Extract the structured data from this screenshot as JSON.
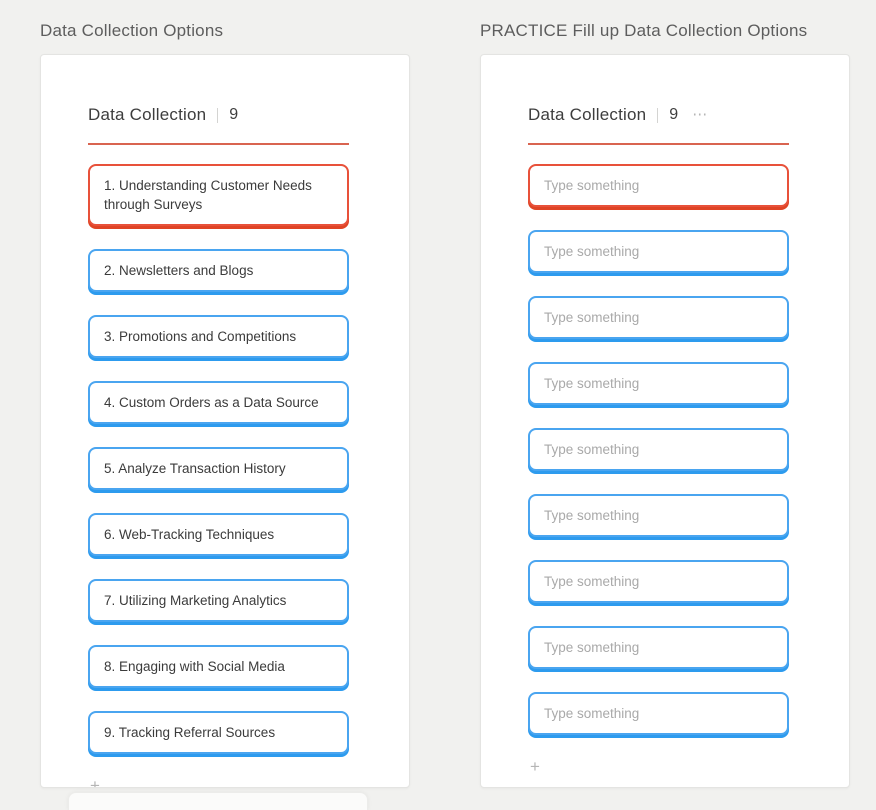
{
  "colors": {
    "background": "#f1f1ef",
    "accent_red": "#e8513a",
    "accent_red_deep": "#df4425",
    "accent_blue": "#4aa5f0",
    "accent_blue_deep": "#2d9bee",
    "underline": "#d96450"
  },
  "icons": {
    "add": "+",
    "menu": "⋯"
  },
  "left_panel": {
    "header": "Data Collection Options",
    "card": {
      "title": "Data Collection",
      "count": "9",
      "items": [
        "1. Understanding Customer Needs through Surveys",
        "2. Newsletters and Blogs",
        "3. Promotions and Competitions",
        "4. Custom Orders as a Data Source",
        "5. Analyze Transaction History",
        "6. Web-Tracking Techniques",
        "7. Utilizing Marketing Analytics",
        "8. Engaging with Social Media",
        "9. Tracking Referral Sources"
      ]
    }
  },
  "right_panel": {
    "header": "PRACTICE Fill up Data Collection Options",
    "card": {
      "title": "Data Collection",
      "count": "9",
      "inputs": [
        {
          "value": "",
          "placeholder": "Type something"
        },
        {
          "value": "",
          "placeholder": "Type something"
        },
        {
          "value": "",
          "placeholder": "Type something"
        },
        {
          "value": "",
          "placeholder": "Type something"
        },
        {
          "value": "",
          "placeholder": "Type something"
        },
        {
          "value": "",
          "placeholder": "Type something"
        },
        {
          "value": "",
          "placeholder": "Type something"
        },
        {
          "value": "",
          "placeholder": "Type something"
        },
        {
          "value": "",
          "placeholder": "Type something"
        }
      ]
    }
  }
}
